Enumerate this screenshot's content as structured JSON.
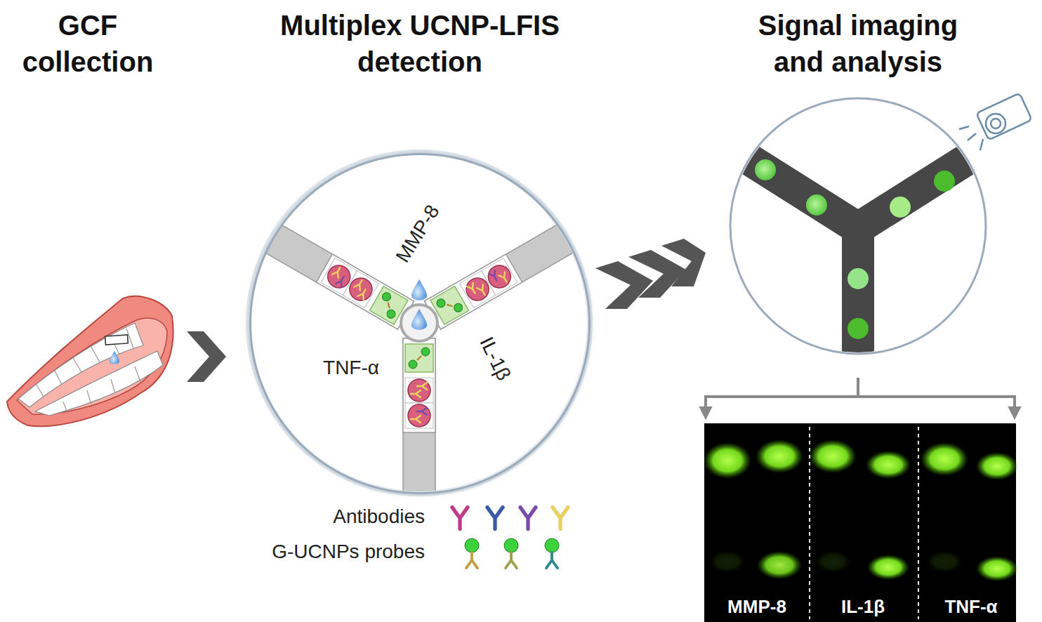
{
  "diagram": {
    "nodes": [
      {
        "text": [
          "MMP-8",
          "IL-1β",
          "TNF-α"
        ]
      },
      {
        "text": [
          "MMP-8",
          "IL-1β",
          "TNF-α"
        ]
      }
    ],
    "labels": [
      "GCF collection",
      "Multiplex UCNP-LFIS detection",
      "Signal imaging and analysis"
    ],
    "legend": [
      {
        "text": "Antibodies"
      },
      {
        "text": "G-UCNPs probes"
      }
    ]
  }
}
